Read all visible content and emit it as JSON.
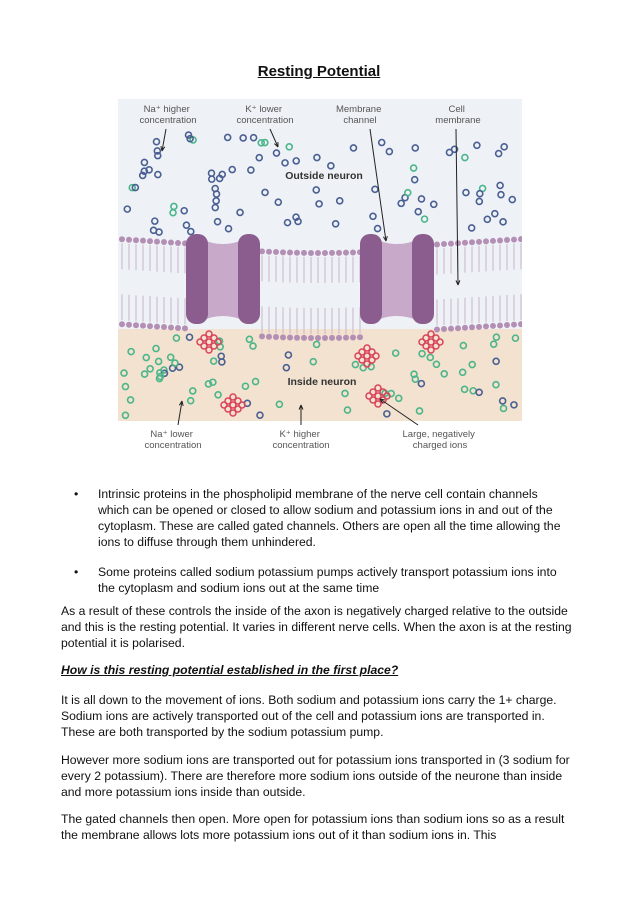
{
  "title": "Resting Potential",
  "figure": {
    "labels": {
      "na_high": [
        "Na⁺ higher",
        "concentration"
      ],
      "k_low": [
        "K⁺ lower",
        "concentration"
      ],
      "membrane_channel": [
        "Membrane",
        "channel"
      ],
      "cell_membrane": [
        "Cell",
        "membrane"
      ],
      "outside_neuron": "Outside neuron",
      "inside_neuron": "Inside neuron",
      "na_low": [
        "Na⁺ lower",
        "concentration"
      ],
      "k_high": [
        "K⁺ higher",
        "concentration"
      ],
      "large_ions": [
        "Large, negatively",
        "charged ions"
      ]
    },
    "colors": {
      "outside_bg": "#eef2f6",
      "inside_bg": "#f2e2cf",
      "membrane_head": "#b48fb5",
      "channel": "#8a5d8e",
      "sodium_ion": "#4a5f92",
      "potassium_ion": "#4cb58a",
      "large_ion": "#d9435a"
    }
  },
  "bullets": [
    "Intrinsic proteins in the phospholipid membrane of the nerve cell contain channels which can be opened or closed to allow sodium and potassium ions in and out of the cytoplasm. These are called gated channels. Others are open all the time allowing the ions to diffuse through them unhindered.",
    "Some proteins called sodium potassium pumps actively transport potassium ions into the cytoplasm and sodium ions out at the same time"
  ],
  "bullet_symbol": "•",
  "paragraphs": {
    "p1": "As a result of these controls the inside of the axon is negatively charged relative to the outside and this is the resting potential. It varies in different nerve cells. When the axon is at the resting potential it is polarised.",
    "heading": "How is this resting potential established in the first place?",
    "p2": "It is all down to the movement of ions. Both sodium and potassium ions carry the 1+ charge. Sodium ions are actively transported out of the cell and potassium ions are transported in. These are both transported by the sodium potassium pump.",
    "p3": "However more sodium ions are transported out for potassium ions transported in (3 sodium for every 2 potassium). There are therefore more sodium ions outside of the neurone than inside and more potassium ions inside than outside.",
    "p4": "The gated channels then open. More open for potassium ions than sodium ions so as a result the membrane allows lots more potassium ions out of it than sodium ions in. This"
  }
}
